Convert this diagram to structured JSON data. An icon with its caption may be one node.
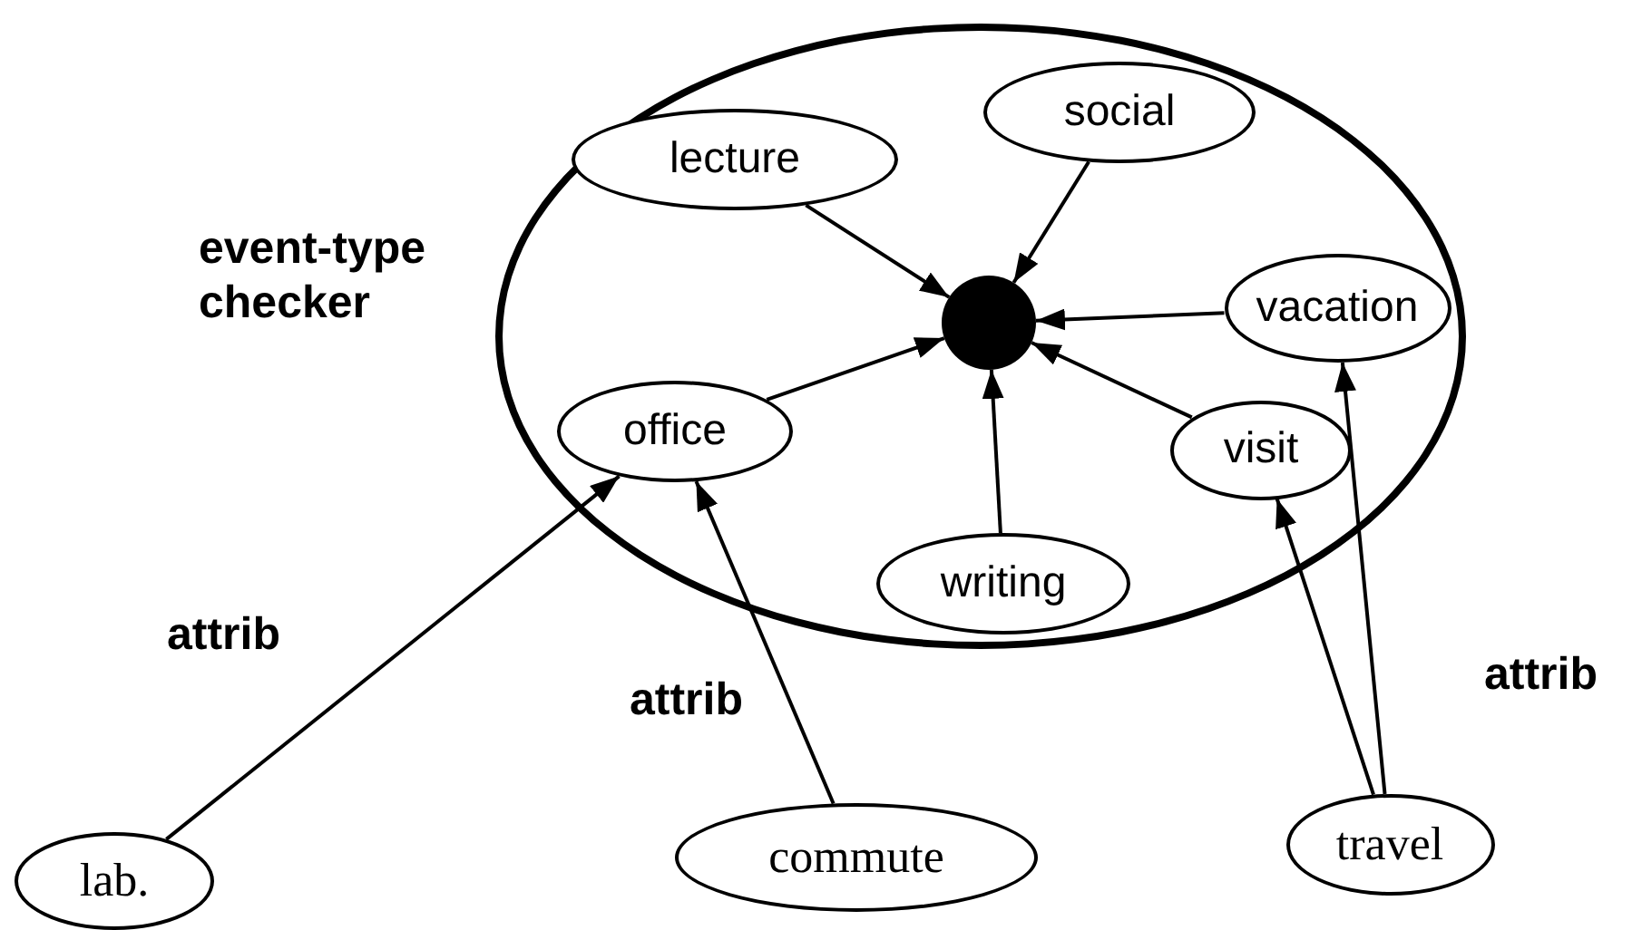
{
  "diagram": {
    "nodes": [
      {
        "text": [
          "event-type checker"
        ]
      },
      {
        "text": [
          "lecture"
        ],
        "in": 0
      },
      {
        "text": [
          "social"
        ],
        "in": 0
      },
      {
        "text": [],
        "shape": "circle",
        "in": 0
      },
      {
        "text": [
          "vacation"
        ],
        "in": 0
      },
      {
        "text": [
          "office"
        ],
        "in": 0
      },
      {
        "text": [
          "visit"
        ],
        "in": 0
      },
      {
        "text": [
          "writing"
        ],
        "in": 0
      },
      {
        "text": [
          "lab."
        ]
      },
      {
        "text": [
          "commute"
        ]
      },
      {
        "text": [
          "travel"
        ]
      }
    ],
    "edges": [
      {
        "from": 1,
        "to": 3,
        "arrow": "to"
      },
      {
        "from": 2,
        "to": 3,
        "arrow": "to"
      },
      {
        "from": 4,
        "to": 3,
        "arrow": "to"
      },
      {
        "from": 5,
        "to": 3,
        "arrow": "to"
      },
      {
        "from": 7,
        "to": 3,
        "arrow": "to"
      },
      {
        "from": 6,
        "to": 3,
        "arrow": "to"
      },
      {
        "from": 8,
        "to": 5,
        "arrow": "to",
        "label": "attrib"
      },
      {
        "from": 9,
        "to": 5,
        "arrow": "to",
        "label": "attrib"
      },
      {
        "from": 10,
        "to": 6,
        "arrow": "to"
      },
      {
        "from": 10,
        "to": 4,
        "arrow": "to",
        "label": "attrib"
      }
    ]
  }
}
